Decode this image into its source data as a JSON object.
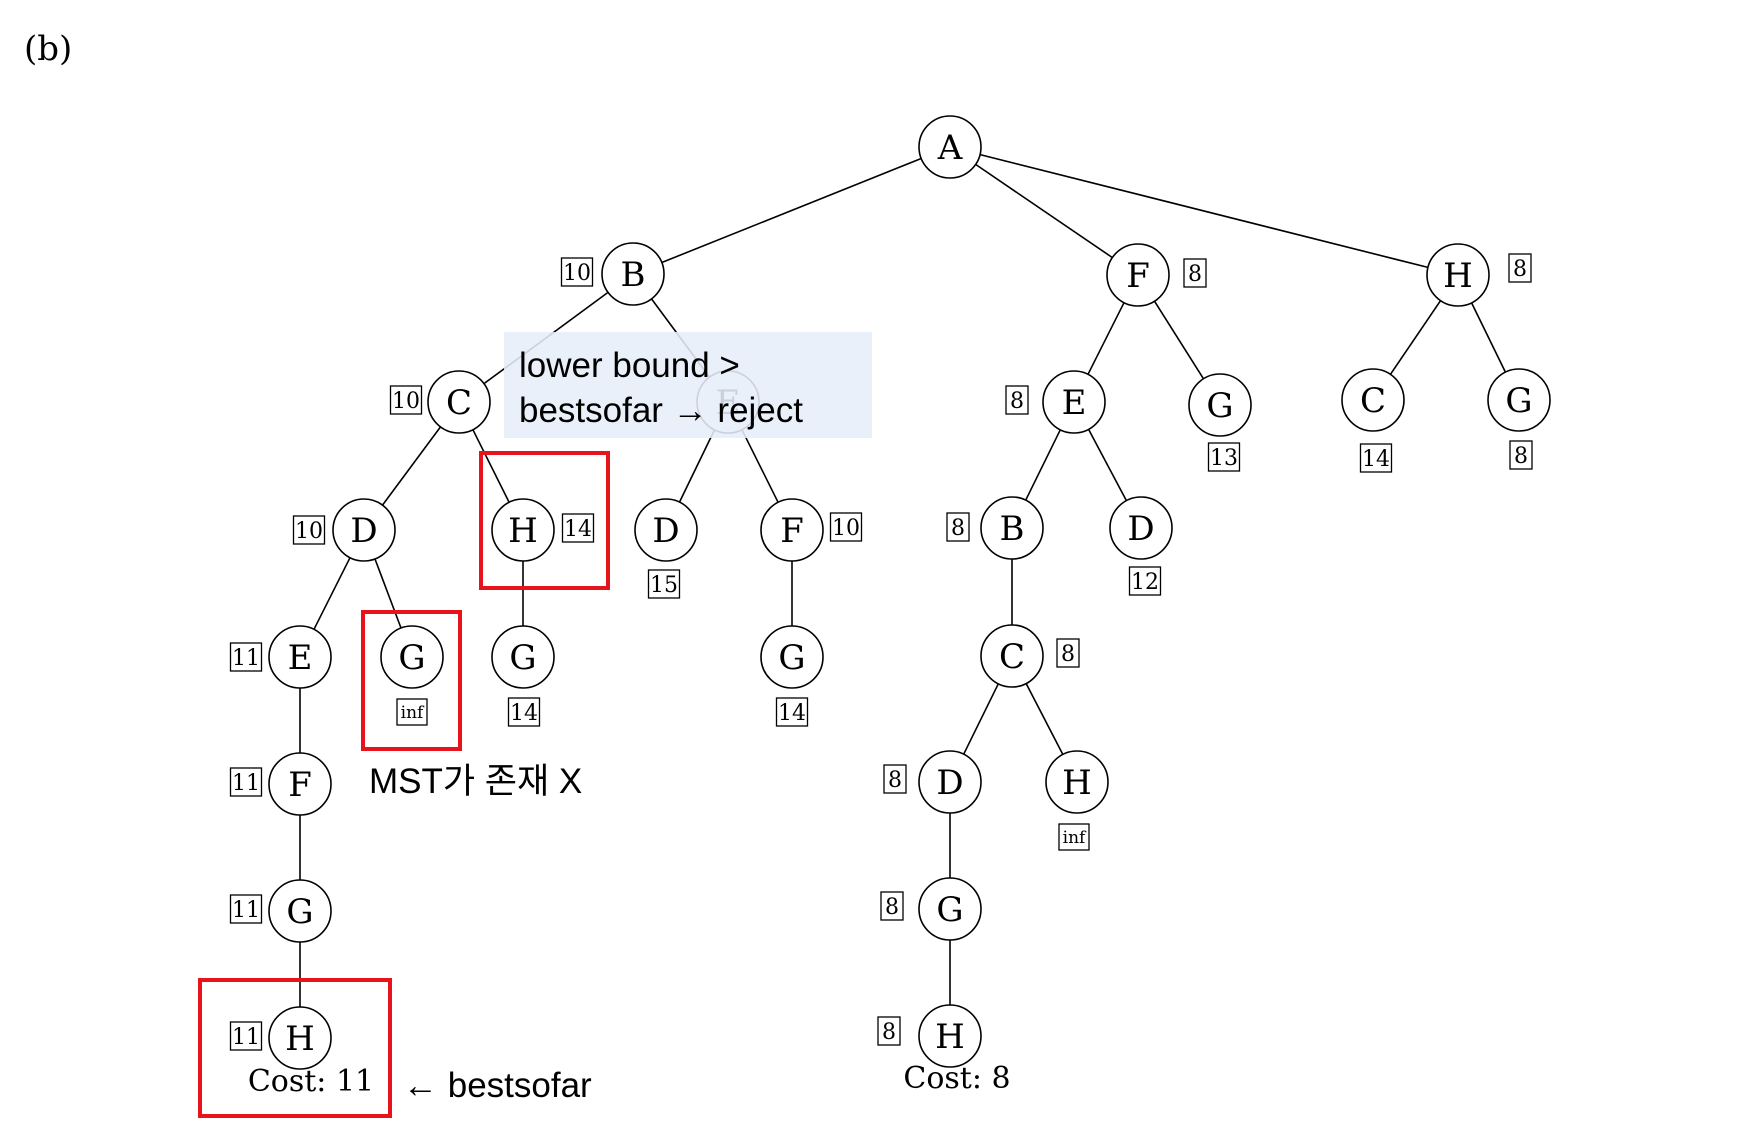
{
  "caption": "(b)",
  "nodes": [
    {
      "id": "n1",
      "label": "A",
      "bound": ""
    },
    {
      "id": "n2",
      "label": "B",
      "bound": "10"
    },
    {
      "id": "n3",
      "label": "F",
      "bound": "8"
    },
    {
      "id": "n4",
      "label": "H",
      "bound": "8"
    },
    {
      "id": "n5",
      "label": "C",
      "bound": "10"
    },
    {
      "id": "n6",
      "label": "E",
      "bound": ""
    },
    {
      "id": "n7",
      "label": "D",
      "bound": "10"
    },
    {
      "id": "n8",
      "label": "H",
      "bound": "14"
    },
    {
      "id": "n9",
      "label": "D",
      "bound": "15"
    },
    {
      "id": "n10",
      "label": "F",
      "bound": "10"
    },
    {
      "id": "n11",
      "label": "E",
      "bound": "11"
    },
    {
      "id": "n12",
      "label": "G",
      "bound": "inf"
    },
    {
      "id": "n13",
      "label": "G",
      "bound": "14"
    },
    {
      "id": "n14",
      "label": "G",
      "bound": "14"
    },
    {
      "id": "n15",
      "label": "F",
      "bound": "11"
    },
    {
      "id": "n16",
      "label": "G",
      "bound": "11"
    },
    {
      "id": "n17",
      "label": "H",
      "bound": "11"
    },
    {
      "id": "n18",
      "label": "E",
      "bound": "8"
    },
    {
      "id": "n19",
      "label": "G",
      "bound": "13"
    },
    {
      "id": "n20",
      "label": "B",
      "bound": "8"
    },
    {
      "id": "n21",
      "label": "D",
      "bound": "12"
    },
    {
      "id": "n22",
      "label": "C",
      "bound": "8"
    },
    {
      "id": "n23",
      "label": "D",
      "bound": "8"
    },
    {
      "id": "n24",
      "label": "H",
      "bound": "inf"
    },
    {
      "id": "n25",
      "label": "G",
      "bound": "8"
    },
    {
      "id": "n26",
      "label": "H",
      "bound": "8"
    },
    {
      "id": "n27",
      "label": "C",
      "bound": "14"
    },
    {
      "id": "n28",
      "label": "G",
      "bound": "8"
    }
  ],
  "edges": [
    [
      "n1",
      "n2"
    ],
    [
      "n1",
      "n3"
    ],
    [
      "n1",
      "n4"
    ],
    [
      "n2",
      "n5"
    ],
    [
      "n2",
      "n6"
    ],
    [
      "n5",
      "n7"
    ],
    [
      "n5",
      "n8"
    ],
    [
      "n6",
      "n9"
    ],
    [
      "n6",
      "n10"
    ],
    [
      "n7",
      "n11"
    ],
    [
      "n7",
      "n12"
    ],
    [
      "n8",
      "n13"
    ],
    [
      "n10",
      "n14"
    ],
    [
      "n11",
      "n15"
    ],
    [
      "n15",
      "n16"
    ],
    [
      "n16",
      "n17"
    ],
    [
      "n3",
      "n18"
    ],
    [
      "n3",
      "n19"
    ],
    [
      "n18",
      "n20"
    ],
    [
      "n18",
      "n21"
    ],
    [
      "n20",
      "n22"
    ],
    [
      "n22",
      "n23"
    ],
    [
      "n22",
      "n24"
    ],
    [
      "n23",
      "n25"
    ],
    [
      "n25",
      "n26"
    ],
    [
      "n4",
      "n27"
    ],
    [
      "n4",
      "n28"
    ]
  ],
  "cost_labels": {
    "left": "Cost: 11",
    "right": "Cost: 8"
  },
  "annotations": {
    "callout_line1": "lower bound >",
    "callout_line2": "bestsofar → reject",
    "mst_note": "MST가 존재 X",
    "bestsofar_note": "← bestsofar"
  },
  "colors": {
    "highlight": "#e8141c",
    "callout_fill": "#e7eef8",
    "ink": "#000000"
  }
}
